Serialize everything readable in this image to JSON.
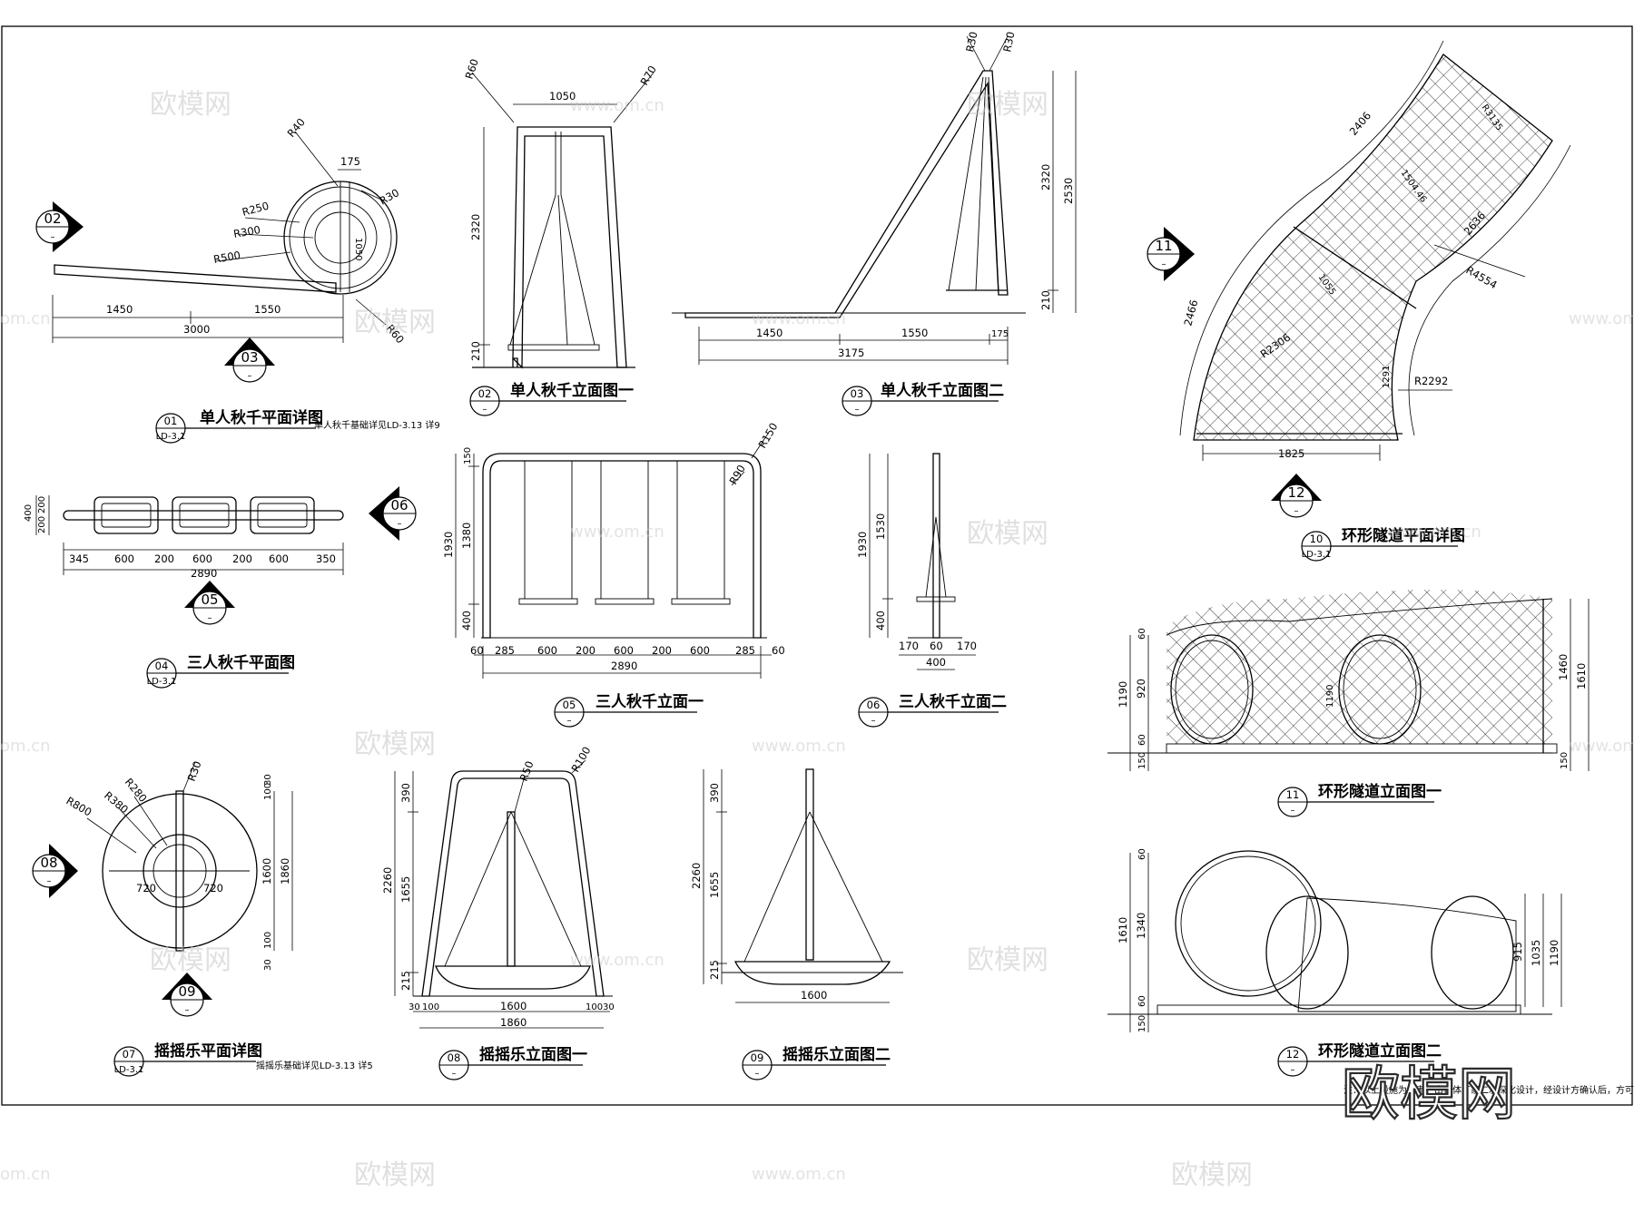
{
  "views": {
    "v01": {
      "num": "01",
      "sheet": "LD-3.1",
      "title": "单人秋千平面详图",
      "note": "单人秋千基础详见LD-3.13 详9"
    },
    "v02": {
      "num": "02",
      "sheet": "–",
      "title": "单人秋千立面图一"
    },
    "v03": {
      "num": "03",
      "sheet": "–",
      "title": "单人秋千立面图二"
    },
    "v04": {
      "num": "04",
      "sheet": "LD-3.1",
      "title": "三人秋千平面图"
    },
    "v05": {
      "num": "05",
      "sheet": "–",
      "title": "三人秋千立面一"
    },
    "v06": {
      "num": "06",
      "sheet": "–",
      "title": "三人秋千立面二"
    },
    "v07": {
      "num": "07",
      "sheet": "LD-3.1",
      "title": "摇摇乐平面详图",
      "note": "摇摇乐基础详见LD-3.13 详5"
    },
    "v08": {
      "num": "08",
      "sheet": "–",
      "title": "摇摇乐立面图一"
    },
    "v09": {
      "num": "09",
      "sheet": "–",
      "title": "摇摇乐立面图二"
    },
    "v10": {
      "num": "10",
      "sheet": "LD-3.1",
      "title": "环形隧道平面详图"
    },
    "v11": {
      "num": "11",
      "sheet": "–",
      "title": "环形隧道立面图一"
    },
    "v12": {
      "num": "12",
      "sheet": "–",
      "title": "环形隧道立面图二"
    }
  },
  "markers": {
    "m02": "02",
    "m03": "03",
    "m05": "05",
    "m06": "06",
    "m08": "08",
    "m09": "09",
    "m11": "11",
    "m12": "12"
  },
  "dims": {
    "d01": {
      "a": "175",
      "b": "R40",
      "c": "R30",
      "d": "R250",
      "e": "R300",
      "f": "R500",
      "g": "1050",
      "h": "R60",
      "i": "1450",
      "j": "1550",
      "k": "3000"
    },
    "d02": {
      "a": "R60",
      "b": "R70",
      "c": "1050",
      "d": "2320",
      "e": "210"
    },
    "d03": {
      "a": "R30",
      "b": "R30",
      "c": "2320",
      "d": "2530",
      "e": "210",
      "f": "1450",
      "g": "1550",
      "h": "175",
      "i": "3175"
    },
    "d04": {
      "a": "400",
      "b": "200",
      "c": "200",
      "d": "345",
      "e": "600",
      "f": "200",
      "g": "600",
      "h": "200",
      "i": "600",
      "j": "350",
      "k": "2890"
    },
    "d05": {
      "a": "R150",
      "b": "R90",
      "c": "150",
      "d": "1380",
      "e": "1930",
      "f": "400",
      "g": "60",
      "h": "285",
      "i": "600",
      "j": "200",
      "k": "600",
      "l": "200",
      "m": "600",
      "n": "285",
      "o": "60",
      "p": "2890"
    },
    "d06": {
      "a": "1530",
      "b": "1930",
      "c": "400",
      "d": "170",
      "e": "60",
      "f": "170",
      "g": "400"
    },
    "d07": {
      "a": "R30",
      "b": "R800",
      "c": "R380",
      "d": "R280",
      "e": "720",
      "f": "720",
      "g": "100",
      "h": "30",
      "i": "1600",
      "j": "1860",
      "k": "100",
      "l": "30"
    },
    "d08": {
      "a": "R50",
      "b": "R100",
      "c": "390",
      "d": "1655",
      "e": "2260",
      "f": "215",
      "g": "30",
      "h": "100",
      "i": "1600",
      "j": "100",
      "k": "30",
      "l": "1860"
    },
    "d09": {
      "a": "390",
      "b": "1655",
      "c": "2260",
      "d": "215",
      "e": "1600"
    },
    "d10": {
      "a": "2406",
      "b": "2636",
      "c": "R4554",
      "d": "R2292",
      "e": "2466",
      "f": "R2306",
      "g": "1291",
      "h": "1825",
      "i": "1504.46",
      "j": "R3135",
      "k": "1055"
    },
    "d11": {
      "a": "60",
      "b": "920",
      "c": "1190",
      "d": "60",
      "e": "150",
      "f": "1460",
      "g": "1610",
      "h": "150",
      "i": "1190"
    },
    "d12": {
      "a": "60",
      "b": "1340",
      "c": "1610",
      "d": "60",
      "e": "150",
      "f": "915",
      "g": "1035",
      "h": "1190"
    }
  },
  "footnote": "注：以上设施为参考，由具体厂家二次深化设计，经设计方确认后，方可施工。",
  "watermark": {
    "brand": "欧模网",
    "url": "www.om.cn",
    "url_short": "om.cn"
  }
}
